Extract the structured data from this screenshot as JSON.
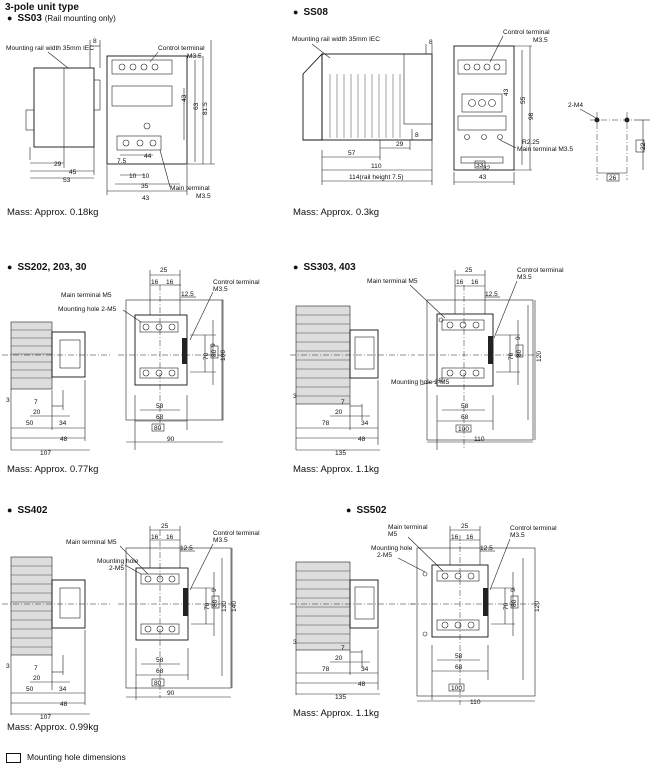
{
  "page_title": "3-pole unit type",
  "legend": {
    "label": "Mounting hole dimensions"
  },
  "models": [
    {
      "id": "ss03",
      "name": "SS03",
      "note": "(Rail mounting only)",
      "mass": "Mass: Approx. 0.18kg",
      "labels": {
        "rail": "Mounting rail width 35mm IEC",
        "control": "Control terminal",
        "control_size": "M3.5",
        "main": "Main terminal",
        "main_size": "M3.5"
      },
      "dims": {
        "d8": "8",
        "d29": "29",
        "d45": "45",
        "d53": "53",
        "d43": "43",
        "d63": "63",
        "d815": "81.5",
        "d44": "44",
        "d75": "7.5",
        "d10a": "10",
        "d10b": "10",
        "d35": "35",
        "d43b": "43"
      }
    },
    {
      "id": "ss08",
      "name": "SS08",
      "mass": "Mass: Approx. 0.3kg",
      "labels": {
        "rail": "Mounting rail width 35mm IEC",
        "control": "Control terminal",
        "control_size": "M3.5",
        "main": "Main terminal M3.5",
        "r": "R2.25",
        "m4": "2-M4"
      },
      "dims": {
        "d8": "8",
        "d8b": "8",
        "d29": "29",
        "d57": "57",
        "d110": "110",
        "d114": "114(rail height 7.5)",
        "d32": "32",
        "d43": "43",
        "d55a": "55",
        "d33": "33",
        "d43b": "43",
        "d22": "22",
        "d26": "26",
        "d55b": "55",
        "d98": "98"
      }
    },
    {
      "id": "ss202",
      "name": "SS202, 203, 30",
      "mass": "Mass: Approx. 0.77kg",
      "labels": {
        "main": "Main terminal M5",
        "hole": "Mounting hole 2-M5",
        "control": "Control terminal",
        "control_size": "M3.5"
      },
      "dims": {
        "d25": "25",
        "d16a": "16",
        "d16b": "16",
        "d125": "12.5",
        "d3": "3",
        "d7": "7",
        "d20": "20",
        "d50": "50",
        "d34": "34",
        "d48": "48",
        "d107": "107",
        "d9": "9",
        "d70": "70",
        "d80": "80",
        "d100": "100",
        "d58": "58",
        "d68": "68",
        "d80b": "80",
        "d90": "90"
      }
    },
    {
      "id": "ss303",
      "name": "SS303, 403",
      "mass": "Mass: Approx. 1.1kg",
      "labels": {
        "main": "Main terminal M5",
        "hole": "Mounting hole 2-M5",
        "control": "Control terminal",
        "control_size": "M3.5"
      },
      "dims": {
        "d25": "25",
        "d16a": "16",
        "d16b": "16",
        "d125": "12.5",
        "d3": "3",
        "d7": "7",
        "d20": "20",
        "d78": "78",
        "d34": "34",
        "d48": "48",
        "d135": "135",
        "d9": "9",
        "d70": "70",
        "d80": "80",
        "d120": "120",
        "d58": "58",
        "d68": "68",
        "d100": "100",
        "d110": "110"
      }
    },
    {
      "id": "ss402",
      "name": "SS402",
      "mass": "Mass: Approx. 0.99kg",
      "labels": {
        "main": "Main terminal M5",
        "hole": "Mounting hole",
        "hole2": "2-M5",
        "control": "Control terminal",
        "control_size": "M3.5"
      },
      "dims": {
        "d25": "25",
        "d16a": "16",
        "d16b": "16",
        "d125": "12.5",
        "d3": "3",
        "d7": "7",
        "d20": "20",
        "d50": "50",
        "d34": "34",
        "d48": "48",
        "d107": "107",
        "d9": "9",
        "d70": "70",
        "d80": "80",
        "d130": "130",
        "d140": "140",
        "d58": "58",
        "d68": "68",
        "d80b": "80",
        "d90": "90"
      }
    },
    {
      "id": "ss502",
      "name": "SS502",
      "mass": "Mass: Approx. 1.1kg",
      "labels": {
        "main": "Main terminal",
        "main_size": "M5",
        "hole": "Mounting hole",
        "hole2": "2-M5",
        "control": "Control terminal",
        "control_size": "M3.5"
      },
      "dims": {
        "d25": "25",
        "d16a": "16",
        "d16b": "16",
        "d125": "12.5",
        "d3": "3",
        "d7": "7",
        "d20": "20",
        "d78": "78",
        "d34": "34",
        "d48": "48",
        "d135": "135",
        "d9": "9",
        "d70": "70",
        "d80": "80",
        "d120": "120",
        "d58": "58",
        "d68": "68",
        "d100": "100",
        "d110": "110"
      }
    }
  ]
}
